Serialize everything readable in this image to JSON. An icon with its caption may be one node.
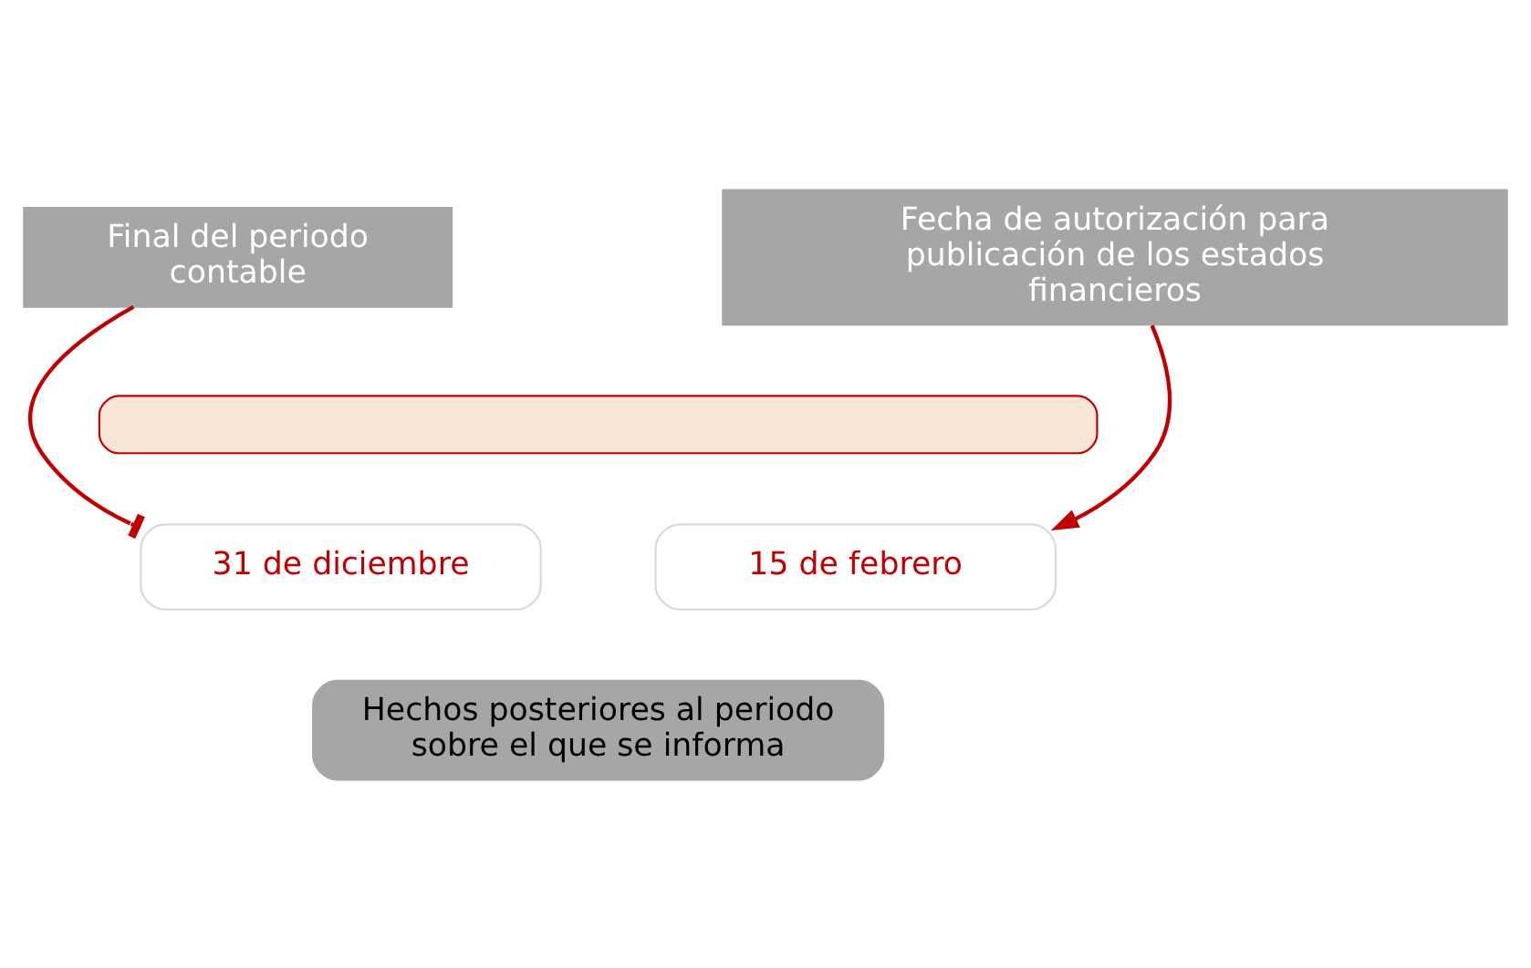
{
  "diagram": {
    "nodes": [
      {
        "text": [
          "Final del periodo contable"
        ]
      },
      {
        "text": [
          "Fecha de autorización para publicación de los estados financieros"
        ]
      },
      {
        "text": [],
        "shape": "bar"
      },
      {
        "text": [
          "31 de diciembre"
        ]
      },
      {
        "text": [
          "15 de febrero"
        ]
      },
      {
        "text": [
          "Hechos posteriores al periodo sobre el que se informa"
        ]
      }
    ],
    "edges": [
      {
        "from": 0,
        "to": 3,
        "arrow": "other"
      },
      {
        "from": 1,
        "to": 4,
        "arrow": "to"
      }
    ]
  }
}
